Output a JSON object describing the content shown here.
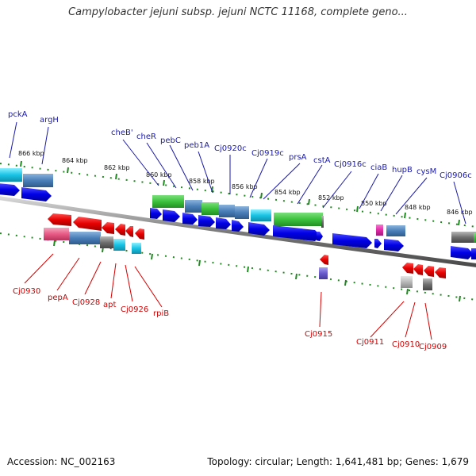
{
  "header": {
    "title": "Campylobacter jejuni subsp. jejuni NCTC 11168, complete geno..."
  },
  "footer": {
    "accession": "Accession: NC_002163",
    "summary": "Topology: circular; Length: 1,641,481 bp; Genes: 1,679"
  },
  "colors": {
    "forward_gene": "#0000e6",
    "reverse_gene": "#e60000",
    "forward_label": "#1a1aa8",
    "reverse_label": "#d40000",
    "tick": "#1f8a1f",
    "backbone": "#8a8a8a",
    "cog_green": "#3cc23c",
    "cog_steelblue": "#4a7fb8",
    "cog_cyan": "#19c4e6",
    "cog_pink": "#e85a86",
    "cog_magenta": "#e02aa6",
    "cog_gray": "#707070",
    "cog_purple": "#6a5acd"
  },
  "scale": {
    "forward_ticks": [
      "866 kbp",
      "864 kbp",
      "862 kbp",
      "860 kbp",
      "858 kbp",
      "856 kbp",
      "854 kbp",
      "852 kbp",
      "850 kbp",
      "848 kbp",
      "846 kbp"
    ]
  },
  "forward_labels": [
    "pckA",
    "argH",
    "cheB'",
    "cheR",
    "pebC",
    "peb1A",
    "Cj0920c",
    "Cj0919c",
    "prsA",
    "cstA",
    "Cj0916c",
    "ciaB",
    "hupB",
    "cysM",
    "Cj0906c"
  ],
  "reverse_labels": [
    "Cj0930",
    "pepA",
    "Cj0928",
    "apt",
    "Cj0926",
    "rpiB",
    "Cj0915",
    "Cj0911",
    "Cj0910",
    "Cj0909"
  ]
}
